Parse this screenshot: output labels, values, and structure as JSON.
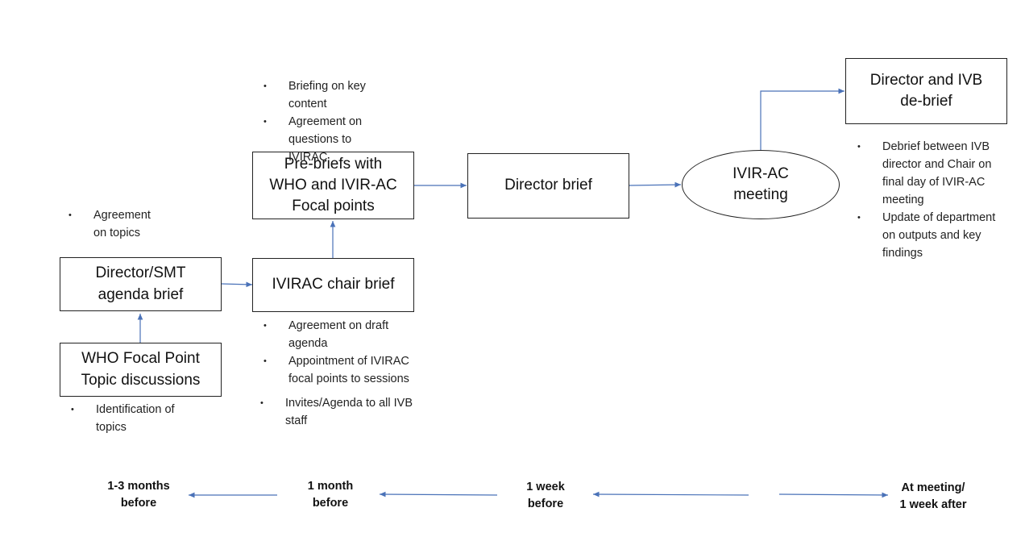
{
  "nodes": {
    "who_focal": [
      "WHO Focal Point",
      "Topic discussions"
    ],
    "director_smt": [
      "Director/SMT",
      "agenda brief"
    ],
    "ivirac_chair": [
      "IVIRAC chair brief"
    ],
    "prebriefs": [
      "Pre-briefs with",
      "WHO and IVIR-AC",
      "Focal points"
    ],
    "director_brief": [
      "Director brief"
    ],
    "meeting": [
      "IVIR-AC",
      "meeting"
    ],
    "debrief": [
      "Director and IVB",
      "de-brief"
    ]
  },
  "notes": {
    "identification": [
      "Identification of topics"
    ],
    "agreement_topics": [
      "Agreement on topics"
    ],
    "chair_notes": [
      "Agreement on draft agenda",
      "Appointment of IVIRAC focal points to sessions",
      "Invites/Agenda to all IVB staff"
    ],
    "prebrief_notes": [
      "Briefing on key content",
      "Agreement on questions to IVIRAC"
    ],
    "debrief_notes": [
      "Debrief between IVB director and Chair on final day of IVIR-AC meeting",
      "Update of department on outputs and key findings"
    ]
  },
  "timeline": {
    "t1": [
      "1-3 months",
      "before"
    ],
    "t2": [
      "1 month",
      "before"
    ],
    "t3": [
      "1 week",
      "before"
    ],
    "t4": [
      "At meeting/",
      "1 week after"
    ]
  },
  "colors": {
    "arrow": "#4a72b8",
    "border": "#222222"
  }
}
